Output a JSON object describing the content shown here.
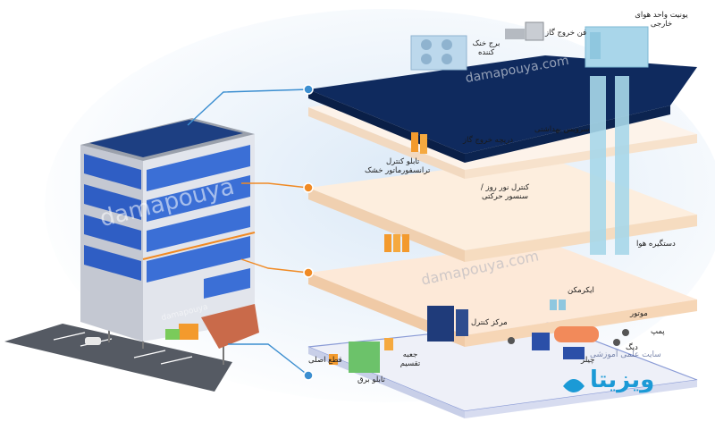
{
  "colors": {
    "roof": "#0f2a5e",
    "floor_top": "#fdeede",
    "floor_side": "#f0d2b0",
    "ground_floor": "#eef0f8",
    "duct": "#a8d8ea",
    "connector_blue": "#3b8ed0",
    "connector_orange": "#f08a24"
  },
  "labels": {
    "outdoor_unit": "یونیت واحد هوای خارجی",
    "exhaust_fan": "فن خروج گاز",
    "cooling_tower": "برج خنک کننده",
    "sanitary_service": "سرویس بهداشتی",
    "exhaust_damper": "دریچه خروج گاز",
    "control_panel": "تابلو کنترل",
    "dry_transformer": "ترانسفورماتور خشک",
    "light_motion_sensor": "کنترل نور روز / سنسور حرکتی",
    "air_handler": "دستگیره هوا",
    "icemaker": "ایکرمکن",
    "control_center": "مرکز کنترل",
    "motor": "موتور",
    "pump": "پمپ",
    "boiler": "دیگ",
    "chiller": "چیلر",
    "distribution_box": "جعبه تقسیم",
    "power_panel": "تابلو برق",
    "main_switch": "قطع اصلی"
  },
  "watermarks": {
    "building": "damapouya",
    "roof": "damapouya.com",
    "floor": "damapouya.com",
    "small": "damapouya"
  },
  "logo": {
    "text": "ویزیتا",
    "subtitle": "سایت علمی آموزشی"
  }
}
